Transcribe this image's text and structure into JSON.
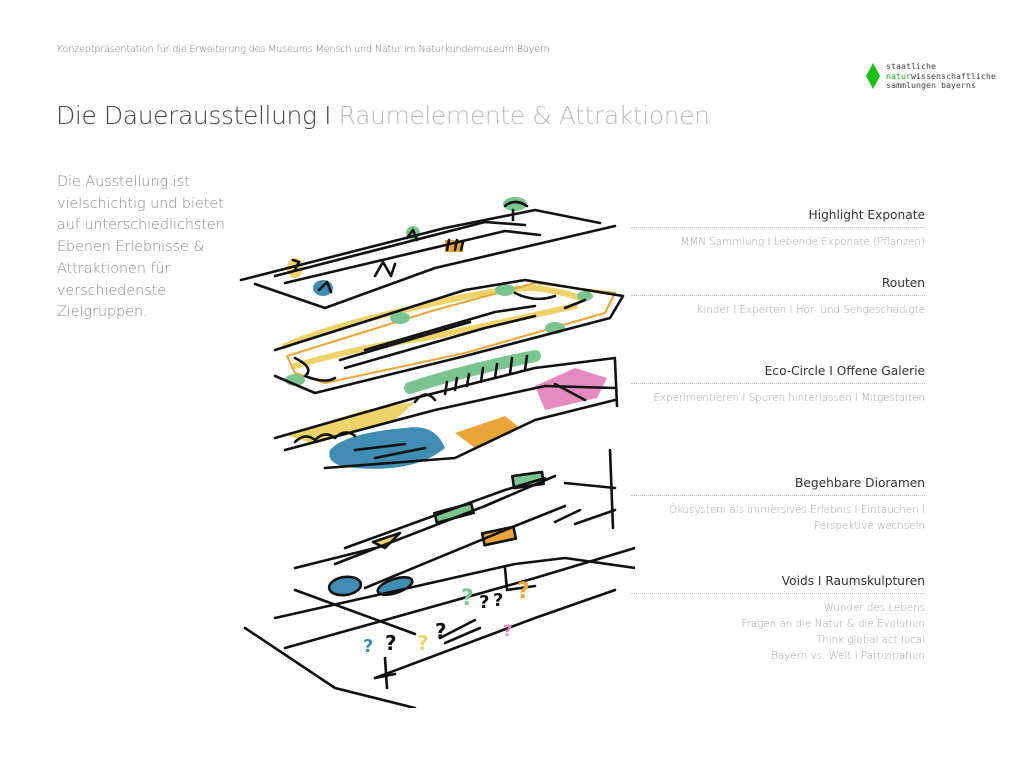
{
  "header": {
    "context_line": "Konzeptpräsentation für die Erweiterung des Museums Mensch und Natur im Naturkundemuseum Bayern",
    "title_main": "Die Dauerausstellung",
    "title_separator": " I ",
    "title_sub": "Raumelemente & Attraktionen"
  },
  "logo": {
    "icon": "green-diamond-icon",
    "line1": "staatliche",
    "line2_highlight": "natur",
    "line2_rest": "wissenschaftliche",
    "line3": "sammlungen bayerns",
    "color": "#19c219"
  },
  "intro_text": "Die Ausstellung ist vielschichtig und bietet auf unterschiedlichsten Ebenen Erlebnisse & Attraktionen für verschiedenste Zielgruppen.",
  "legend": [
    {
      "title": "Highlight Exponate",
      "lines": [
        "MMN Sammlung I Lebende Exponate (Pflanzen)"
      ]
    },
    {
      "title": "Routen",
      "lines": [
        "Kinder I Experten I Hör- und Sehgeschädigte"
      ]
    },
    {
      "title": "Eco-Circle I Offene Galerie",
      "lines": [
        "Experimentieren I Spuren hinterlassen I Mitgestalten"
      ]
    },
    {
      "title": "Begehbare Dioramen",
      "lines": [
        "Ökosystem als immersives Erlebnis I Eintauchen I",
        "Perspektive wechseln"
      ]
    },
    {
      "title": "Voids I Raumskulpturen",
      "lines": [
        "Wunder des Lebens",
        "Fragen an die Natur & die Evolution",
        "Think global act local",
        "Bayern vs. Welt I Partizipation"
      ]
    }
  ],
  "sketch": {
    "description": "Exploded axonometric sketch of exhibition levels",
    "colors": {
      "ink": "#111111",
      "green": "#7cc48f",
      "yellow": "#ecd36a",
      "orange": "#e9a53a",
      "blue": "#3f8db0",
      "pink": "#e58bc0"
    }
  }
}
